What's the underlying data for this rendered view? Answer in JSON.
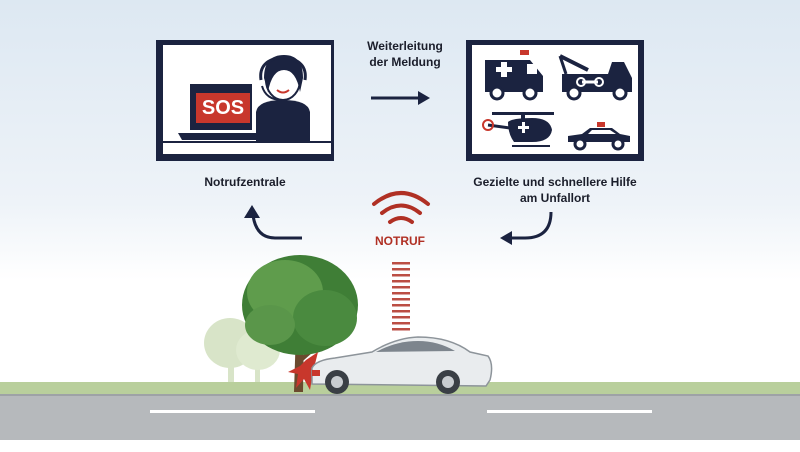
{
  "labels": {
    "forward_line1": "Weiterleitung",
    "forward_line2": "der Meldung",
    "center": "Notrufzentrale",
    "help_line1": "Gezielte und schnellere Hilfe",
    "help_line2": "am Unfallort",
    "notruf": "NOTRUF",
    "sos": "SOS"
  },
  "colors": {
    "navy": "#1b2340",
    "red": "#c8372c",
    "tree_green": "#4a8a3f",
    "road_gray": "#b6b9bc",
    "grass_green": "#b9cf9c"
  }
}
